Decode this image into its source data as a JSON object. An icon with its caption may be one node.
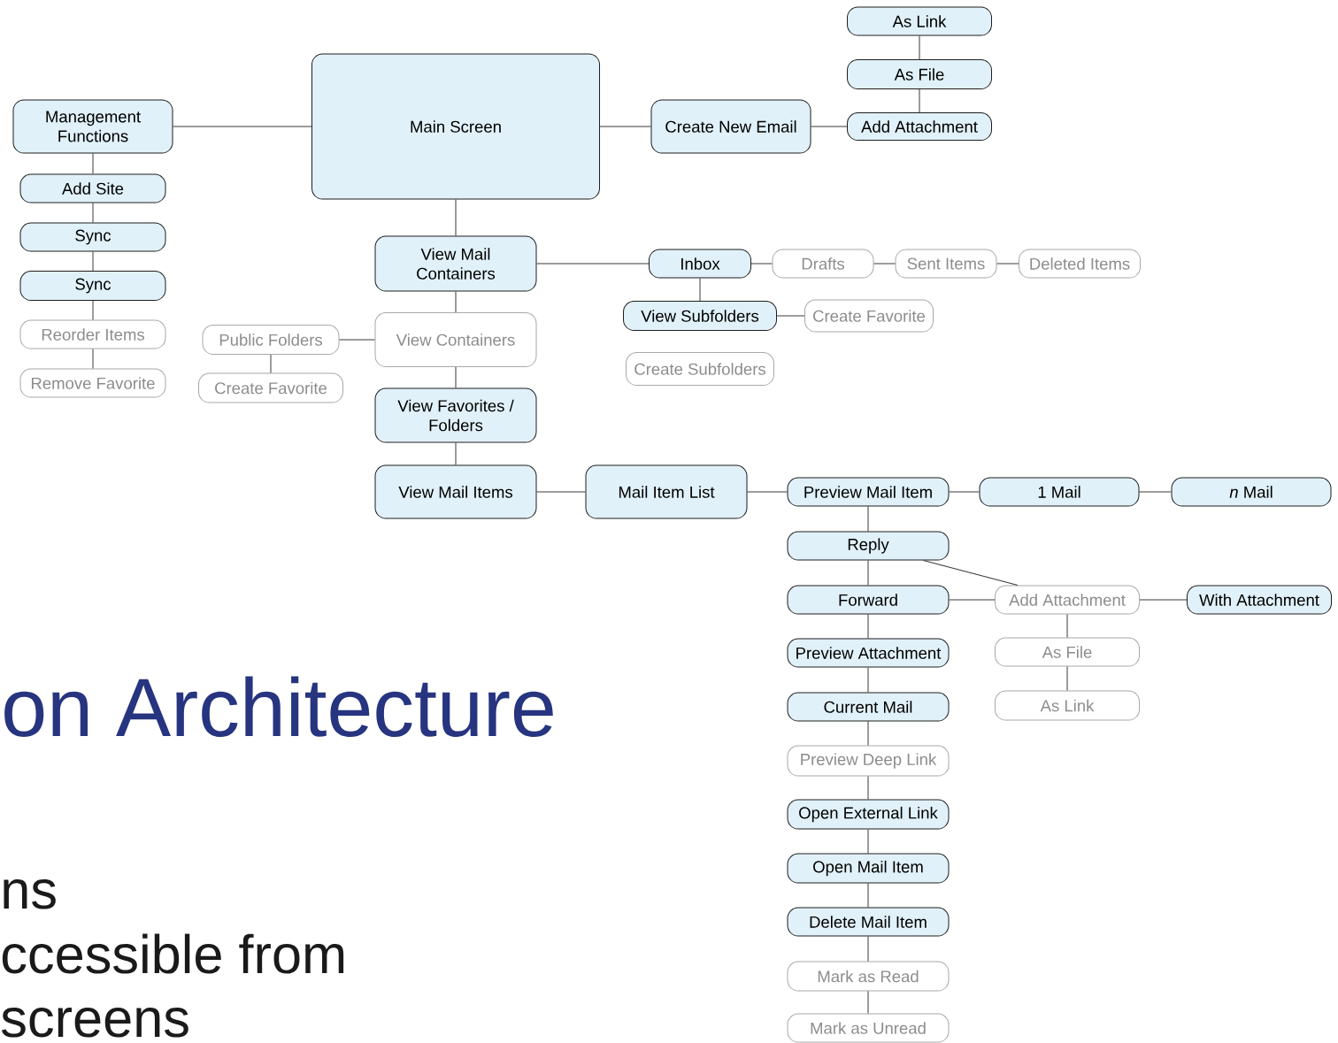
{
  "diagram": {
    "nodes": [
      {
        "text": [
          "Main Screen"
        ]
      },
      {
        "text": [
          "Management Functions"
        ]
      },
      {
        "text": [
          "Add Site"
        ]
      },
      {
        "text": [
          "Sync"
        ]
      },
      {
        "text": [
          "Sync"
        ]
      },
      {
        "text": [
          "Reorder Items"
        ]
      },
      {
        "text": [
          "Remove Favorite"
        ]
      },
      {
        "text": [
          "Create New Email"
        ]
      },
      {
        "text": [
          "As Link"
        ]
      },
      {
        "text": [
          "As File"
        ]
      },
      {
        "text": [
          "Add Attachment"
        ]
      },
      {
        "text": [
          "View Mail Containers"
        ]
      },
      {
        "text": [
          "Inbox"
        ]
      },
      {
        "text": [
          "Drafts"
        ]
      },
      {
        "text": [
          "Sent Items"
        ]
      },
      {
        "text": [
          "Deleted Items"
        ]
      },
      {
        "text": [
          "View Subfolders"
        ]
      },
      {
        "text": [
          "Create Favorite"
        ]
      },
      {
        "text": [
          "Create Subfolders"
        ]
      },
      {
        "text": [
          "View Containers"
        ]
      },
      {
        "text": [
          "Public Folders"
        ]
      },
      {
        "text": [
          "Create Favorite"
        ]
      },
      {
        "text": [
          "View Favorites / Folders"
        ]
      },
      {
        "text": [
          "View Mail Items"
        ]
      },
      {
        "text": [
          "Mail Item List"
        ]
      },
      {
        "text": [
          "Preview Mail Item"
        ]
      },
      {
        "text": [
          "1 Mail"
        ]
      },
      {
        "text": [
          "*n* Mail"
        ]
      },
      {
        "text": [
          "Reply"
        ]
      },
      {
        "text": [
          "Forward"
        ]
      },
      {
        "text": [
          "Add Attachment"
        ]
      },
      {
        "text": [
          "With Attachment"
        ]
      },
      {
        "text": [
          "As File"
        ]
      },
      {
        "text": [
          "As Link"
        ]
      },
      {
        "text": [
          "Preview Attachment"
        ]
      },
      {
        "text": [
          "Current Mail"
        ]
      },
      {
        "text": [
          "Preview Deep Link"
        ]
      },
      {
        "text": [
          "Open External Link"
        ]
      },
      {
        "text": [
          "Open Mail Item"
        ]
      },
      {
        "text": [
          "Delete Mail Item"
        ]
      },
      {
        "text": [
          "Mark as Read"
        ]
      },
      {
        "text": [
          "Mark as Unread"
        ]
      }
    ],
    "edges": [
      {
        "from": 0,
        "to": 1,
        "arrow": "none"
      },
      {
        "from": 1,
        "to": 2,
        "arrow": "none"
      },
      {
        "from": 2,
        "to": 3,
        "arrow": "none"
      },
      {
        "from": 3,
        "to": 4,
        "arrow": "none"
      },
      {
        "from": 4,
        "to": 5,
        "arrow": "none"
      },
      {
        "from": 5,
        "to": 6,
        "arrow": "none"
      },
      {
        "from": 0,
        "to": 7,
        "arrow": "none"
      },
      {
        "from": 7,
        "to": 10,
        "arrow": "none"
      },
      {
        "from": 10,
        "to": 9,
        "arrow": "none"
      },
      {
        "from": 9,
        "to": 8,
        "arrow": "none"
      },
      {
        "from": 0,
        "to": 11,
        "arrow": "none"
      },
      {
        "from": 11,
        "to": 12,
        "arrow": "none"
      },
      {
        "from": 12,
        "to": 13,
        "arrow": "none"
      },
      {
        "from": 13,
        "to": 14,
        "arrow": "none"
      },
      {
        "from": 14,
        "to": 15,
        "arrow": "none"
      },
      {
        "from": 12,
        "to": 16,
        "arrow": "none"
      },
      {
        "from": 16,
        "to": 17,
        "arrow": "none"
      },
      {
        "from": 11,
        "to": 19,
        "arrow": "none"
      },
      {
        "from": 19,
        "to": 20,
        "arrow": "none"
      },
      {
        "from": 20,
        "to": 21,
        "arrow": "none"
      },
      {
        "from": 19,
        "to": 22,
        "arrow": "none"
      },
      {
        "from": 22,
        "to": 23,
        "arrow": "none"
      },
      {
        "from": 23,
        "to": 24,
        "arrow": "none"
      },
      {
        "from": 24,
        "to": 25,
        "arrow": "none"
      },
      {
        "from": 25,
        "to": 26,
        "arrow": "none"
      },
      {
        "from": 26,
        "to": 27,
        "arrow": "none"
      },
      {
        "from": 25,
        "to": 28,
        "arrow": "none"
      },
      {
        "from": 28,
        "to": 29,
        "arrow": "none"
      },
      {
        "from": 28,
        "to": 30,
        "arrow": "none"
      },
      {
        "from": 29,
        "to": 30,
        "arrow": "none"
      },
      {
        "from": 30,
        "to": 31,
        "arrow": "none"
      },
      {
        "from": 30,
        "to": 32,
        "arrow": "none"
      },
      {
        "from": 32,
        "to": 33,
        "arrow": "none"
      },
      {
        "from": 29,
        "to": 34,
        "arrow": "none"
      },
      {
        "from": 34,
        "to": 35,
        "arrow": "none"
      },
      {
        "from": 35,
        "to": 36,
        "arrow": "none"
      },
      {
        "from": 36,
        "to": 37,
        "arrow": "none"
      },
      {
        "from": 37,
        "to": 38,
        "arrow": "none"
      },
      {
        "from": 38,
        "to": 39,
        "arrow": "none"
      },
      {
        "from": 39,
        "to": 40,
        "arrow": "none"
      },
      {
        "from": 40,
        "to": 41,
        "arrow": "none"
      }
    ],
    "labels": [
      "on Architecture",
      "ns",
      "ccessible from",
      "screens"
    ]
  }
}
